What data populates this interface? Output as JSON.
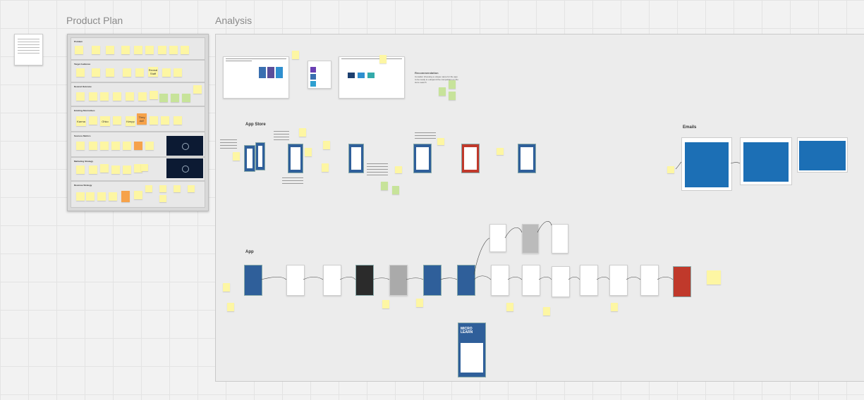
{
  "sections": {
    "product_plan_title": "Product Plan",
    "analysis_title": "Analysis"
  },
  "analysis": {
    "app_store_label": "App Store",
    "app_label": "App",
    "emails_label": "Emails",
    "recommendation_title": "Recommendation",
    "recommendation_text": "Consider choosing a unique name for the app to be ready to outspend the competition on the store search"
  },
  "plan_board": {
    "rows": [
      {
        "title": "Problem"
      },
      {
        "title": "Target Audience"
      },
      {
        "title": "Desired Outcome"
      },
      {
        "title": "Existing Alternatives"
      },
      {
        "title": "Success Metrics"
      },
      {
        "title": "Marketing Strategy"
      },
      {
        "title": "Revenue Strategy"
      }
    ],
    "highlighted_stickies": [
      "Karma",
      "Ohko",
      "Keepp",
      "Reveal Staff",
      "They do!!"
    ]
  },
  "app_screens": {
    "micro_learn_label": "MICRO LEARN"
  },
  "colors": {
    "sticky": "#fdf6a3",
    "sticky_orange": "#f6a24a",
    "sticky_green": "#c7e39a",
    "brand_blue": "#1c6fb5"
  }
}
